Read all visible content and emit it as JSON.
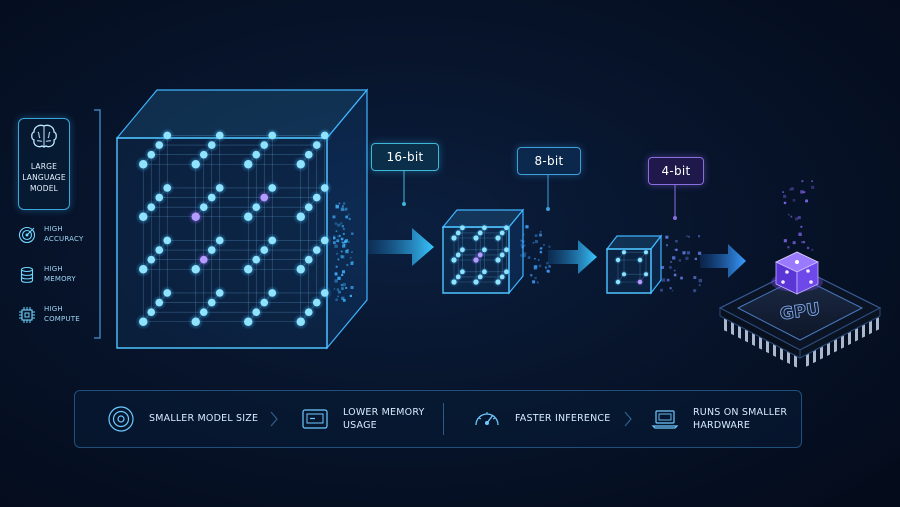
{
  "llm": {
    "icon": "brain-icon",
    "title_lines": [
      "LARGE",
      "LANGUAGE",
      "MODEL"
    ]
  },
  "legend": [
    {
      "icon": "target-icon",
      "lines": [
        "HIGH",
        "ACCURACY"
      ]
    },
    {
      "icon": "database-icon",
      "lines": [
        "HIGH",
        "MEMORY"
      ]
    },
    {
      "icon": "chip-icon",
      "lines": [
        "HIGH",
        "COMPUTE"
      ]
    }
  ],
  "stages": [
    {
      "label": "16-bit",
      "color": "#3fb7d9"
    },
    {
      "label": "8-bit",
      "color": "#3f9fd9"
    },
    {
      "label": "4-bit",
      "color": "#8a6ee0"
    }
  ],
  "gpu": {
    "label": "GPU",
    "accent": "#8b5cf6"
  },
  "benefits": [
    {
      "icon": "target-icon",
      "lines": [
        "SMALLER MODEL SIZE"
      ]
    },
    {
      "icon": "memory-card-icon",
      "lines": [
        "LOWER MEMORY",
        "USAGE"
      ]
    },
    {
      "icon": "speedometer-icon",
      "lines": [
        "FASTER INFERENCE"
      ]
    },
    {
      "icon": "laptop-icon",
      "lines": [
        "RUNS ON SMALLER",
        "HARDWARE"
      ]
    }
  ],
  "colors": {
    "cyan": "#3fd0ff",
    "blue": "#2f8cff",
    "purple": "#9b6bff",
    "background": "#07142b"
  }
}
